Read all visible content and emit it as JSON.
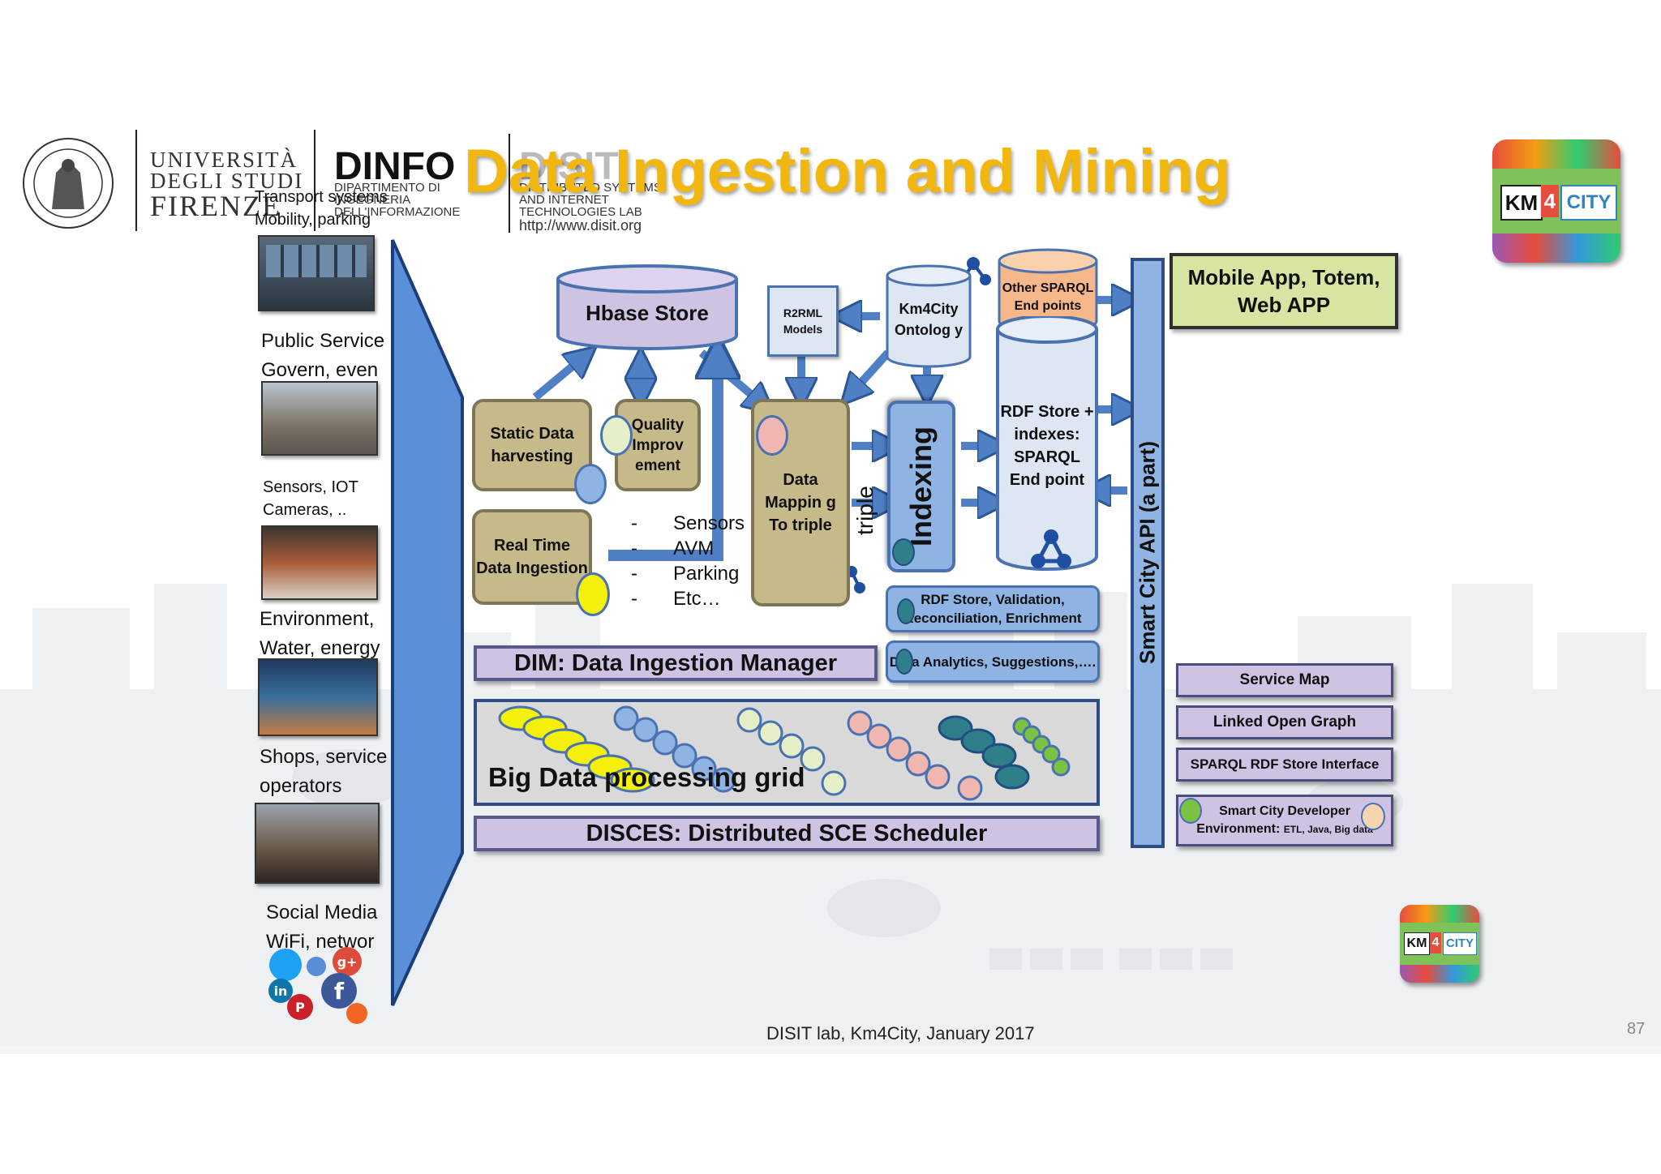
{
  "header": {
    "university": [
      "UNIVERSITÀ",
      "DEGLI STUDI",
      "FIRENZE"
    ],
    "dinfo": "DINFO",
    "dinfo_sub": [
      "DIPARTIMENTO DI",
      "INGEGNERIA",
      "DELL'INFORMAZIONE"
    ],
    "disit": "DISIT",
    "disit_sub": [
      "DISTRIBUTED SYSTEMS",
      "AND INTERNET",
      "TECHNOLOGIES LAB"
    ],
    "disit_url": "http://www.disit.org",
    "title": "Data Ingestion and Mining",
    "logo_km": "KM",
    "logo_4": "4",
    "logo_city": "CITY"
  },
  "sources": [
    {
      "line1": "Transport systems",
      "line2": "Mobility, parking"
    },
    {
      "line1": "Public Service",
      "line2": "Govern, even"
    },
    {
      "line1": "Sensors, IOT",
      "line2": "Cameras, .."
    },
    {
      "line1": "Environment,",
      "line2": "Water, energy"
    },
    {
      "line1": "Shops, service",
      "line2": "operators"
    },
    {
      "line1": "Social Media",
      "line2": "WiFi, networ"
    }
  ],
  "diagram": {
    "hbase": "Hbase Store",
    "r2rml": "R2RML Models",
    "km4city_ontology": "Km4City Ontolog y",
    "other_sparql": "Other SPARQL End points",
    "mobile_app": "Mobile App, Totem, Web APP",
    "static_data": "Static Data harvesting",
    "quality": "Quality Improv ement",
    "realtime": "Real Time Data Ingestion",
    "list": [
      "Sensors",
      "AVM",
      "Parking",
      "Etc…"
    ],
    "list_dash": "-",
    "data_mapping": "Data Mappin g To triple",
    "triple": "triple",
    "indexing": "Indexing",
    "rdf_store": "RDF Store + indexes: SPARQL End point",
    "smart_city_api": "Smart City API (a part)",
    "rdf_validation": "RDF Store, Validation, Reconciliation, Enrichment",
    "data_analytics": "Data Analytics, Suggestions,….",
    "dim": "DIM: Data Ingestion Manager",
    "bigdata": "Big Data processing grid",
    "disces": "DISCES: Distributed SCE Scheduler",
    "service_map": "Service Map",
    "linked_open_graph": "Linked Open Graph",
    "sparql_interface": "SPARQL RDF Store Interface",
    "developer_env": "Smart City Developer",
    "developer_env2": "Environment:",
    "developer_env3": "ETL, Java, Big data"
  },
  "social_icons": [
    "twitter-icon",
    "email-icon",
    "google-plus-icon",
    "linkedin-icon",
    "facebook-icon",
    "pinterest-icon",
    "rss-icon"
  ],
  "social_glyphs": {
    "gplus": "g+",
    "linkedin": "in",
    "facebook": "f",
    "pinterest": "P"
  },
  "footer": "DISIT lab, Km4City, January 2017",
  "page_number": "87",
  "colors": {
    "title": "#f2b70f",
    "tan_box": "#c6b98a",
    "purple_box": "#cfc3e3",
    "blue_box": "#8fb4e3",
    "green_box": "#d6e6a2",
    "arrow_blue": "#4f7fc4"
  }
}
